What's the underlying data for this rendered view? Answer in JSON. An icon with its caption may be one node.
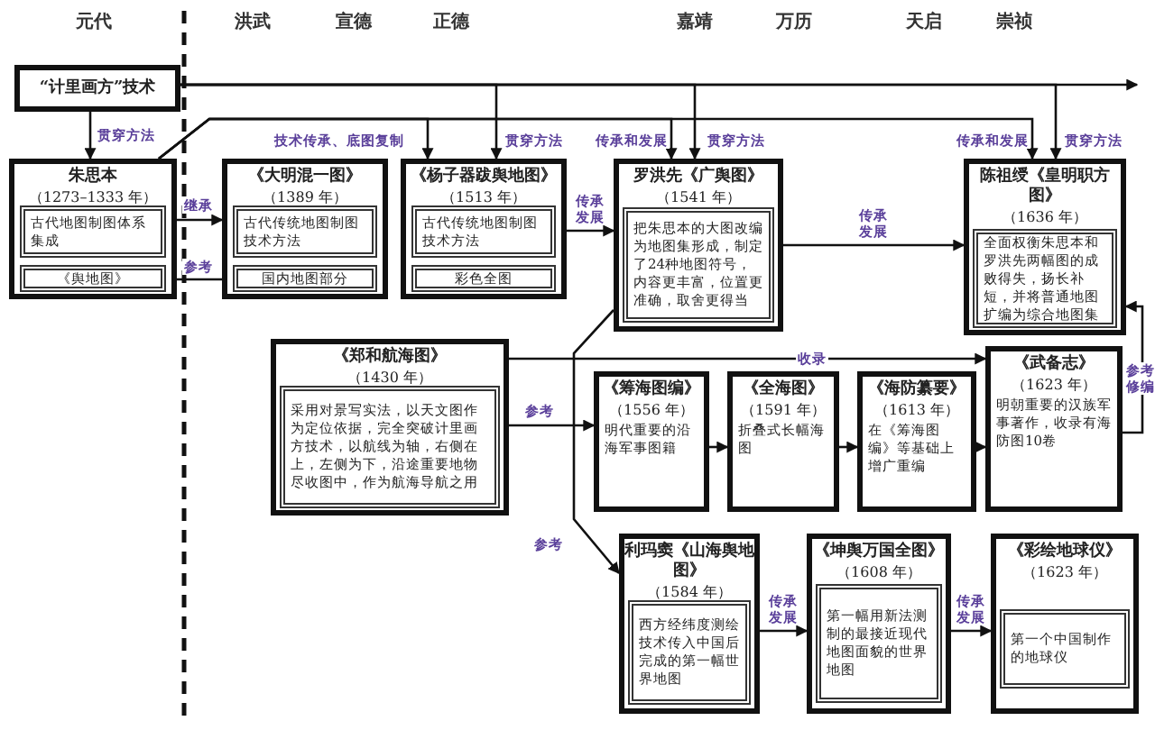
{
  "diagram": {
    "nodes": [
      {
        "text": [
          "“计里画方”技术"
        ]
      },
      {
        "text": [
          "朱思本",
          "（1273–1333 年）"
        ]
      },
      {
        "text": [
          "古代地图制图体系集成"
        ],
        "in": 1
      },
      {
        "text": [
          "《舆地图》"
        ],
        "in": 1
      },
      {
        "text": [
          "《大明混一图》",
          "（1389 年）"
        ]
      },
      {
        "text": [
          "古代传统地图制图技术方法"
        ],
        "in": 4
      },
      {
        "text": [
          "国内地图部分"
        ],
        "in": 4
      },
      {
        "text": [
          "《杨子器跋舆地图》",
          "（1513 年）"
        ]
      },
      {
        "text": [
          "古代传统地图制图技术方法"
        ],
        "in": 7
      },
      {
        "text": [
          "彩色全图"
        ],
        "in": 7
      },
      {
        "text": [
          "罗洪先《广舆图》",
          "（1541 年）"
        ]
      },
      {
        "text": [
          "把朱思本的大图改编为地图集形成，制定了24种地图符号，内容更丰富，位置更准确，取舍更得当"
        ],
        "in": 10
      },
      {
        "text": [
          "陈祖绶《皇明职方图》",
          "（1636 年）"
        ]
      },
      {
        "text": [
          "全面权衡朱思本和罗洪先两幅图的成败得失，扬长补短，并将普通地图扩编为综合地图集"
        ],
        "in": 12
      },
      {
        "text": [
          "《郑和航海图》",
          "（1430 年）"
        ]
      },
      {
        "text": [
          "采用对景写实法，以天文图作为定位依据，完全突破计里画方技术，以航线为轴，右侧在上，左侧为下，沿途重要地物尽收图中，作为航海导航之用"
        ],
        "in": 14
      },
      {
        "text": [
          "《筹海图编》",
          "（1556 年）",
          "明代重要的沿海军事图籍"
        ]
      },
      {
        "text": [
          "《全海图》",
          "（1591 年）",
          "折叠式长幅海图"
        ]
      },
      {
        "text": [
          "《海防纂要》",
          "（1613 年）",
          "在《筹海图编》等基础上增广重编"
        ]
      },
      {
        "text": [
          "《武备志》",
          "（1623 年）",
          "明朝重要的汉族军事著作，收录有海防图10卷"
        ]
      },
      {
        "text": [
          "利玛窦《山海舆地图》",
          "（1584 年）"
        ]
      },
      {
        "text": [
          "西方经纬度测绘技术传入中国后完成的第一幅世界地图"
        ],
        "in": 20
      },
      {
        "text": [
          "《坤舆万国全图》",
          "（1608 年）"
        ]
      },
      {
        "text": [
          "第一幅用新法测制的最接近现代地图面貌的世界地图"
        ],
        "in": 22
      },
      {
        "text": [
          "《彩绘地球仪》",
          "（1623 年）"
        ]
      },
      {
        "text": [
          "第一个中国制作的地球仪"
        ],
        "in": 24
      }
    ],
    "edges": [
      {
        "from": 0,
        "to": null,
        "arrow": "to"
      },
      {
        "from": 0,
        "to": 1,
        "arrow": "to",
        "label": "贯穿方法"
      },
      {
        "from": 0,
        "to": 7,
        "arrow": "to",
        "label": "贯穿方法"
      },
      {
        "from": 0,
        "to": 10,
        "arrow": "to",
        "label": "贯穿方法"
      },
      {
        "from": 0,
        "to": 12,
        "arrow": "to",
        "label": "贯穿方法"
      },
      {
        "from": 1,
        "to": 4,
        "arrow": "to",
        "label": "继承"
      },
      {
        "from": 3,
        "to": 6,
        "arrow": "to",
        "label": "参考"
      },
      {
        "from": 1,
        "to": 7,
        "arrow": "to",
        "label": "技术传承、底图复制"
      },
      {
        "from": 1,
        "to": 10,
        "arrow": "to",
        "label": "传承和发展"
      },
      {
        "from": 1,
        "to": 12,
        "arrow": "to",
        "label": "传承和发展"
      },
      {
        "from": 7,
        "to": 10,
        "arrow": "to",
        "label": "传承发展"
      },
      {
        "from": 10,
        "to": 12,
        "arrow": "to",
        "label": "传承发展"
      },
      {
        "from": 14,
        "to": 16,
        "arrow": "to",
        "label": "参考"
      },
      {
        "from": 14,
        "to": 19,
        "arrow": "to",
        "label": "收录"
      },
      {
        "from": 16,
        "to": 17,
        "arrow": "to"
      },
      {
        "from": 17,
        "to": 18,
        "arrow": "to"
      },
      {
        "from": 18,
        "to": 19,
        "arrow": "to"
      },
      {
        "from": 19,
        "to": 12,
        "arrow": "to",
        "label": "参考修编"
      },
      {
        "from": 10,
        "to": 20,
        "arrow": "to",
        "label": "参考"
      },
      {
        "from": 20,
        "to": 22,
        "arrow": "to",
        "label": "传承发展"
      },
      {
        "from": 22,
        "to": 24,
        "arrow": "to",
        "label": "传承发展"
      }
    ],
    "labels": [
      "元代",
      "洪武",
      "宣德",
      "正德",
      "嘉靖",
      "万历",
      "天启",
      "崇祯"
    ]
  }
}
